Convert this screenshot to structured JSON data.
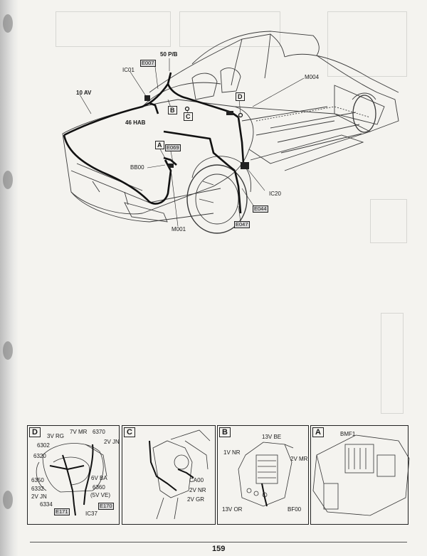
{
  "main": {
    "labels": {
      "ic01": "IC01",
      "e007": "E007",
      "pb50": "50 P/B",
      "av10": "10 AV",
      "hab46": "46 HAB",
      "m004": "M004",
      "b": "B",
      "c": "C",
      "d": "D",
      "a": "A",
      "e069": "E069",
      "bb00": "BB00",
      "ic20": "IC20",
      "e044": "E044",
      "e047": "E047",
      "m001": "M001"
    }
  },
  "panels": {
    "d": {
      "tag": "D",
      "labels": {
        "v7mr": "7V MR",
        "p6370": "6370",
        "v3rg": "3V RG",
        "p6302": "6302",
        "v2jn_top": "2V JN",
        "p6320": "6320",
        "p6350": "6350",
        "v6ba": "6V BA",
        "p6332": "6332",
        "p6360": "6360",
        "v5ve": "(5V VE)",
        "v2jn_bot": "2V JN",
        "p6334": "6334",
        "e170": "E170",
        "e171": "E171",
        "ic37": "IC37"
      }
    },
    "c": {
      "tag": "C",
      "labels": {
        "ca00": "CA00",
        "v2nr": "2V NR",
        "v2gr": "2V GR"
      }
    },
    "b": {
      "tag": "B",
      "labels": {
        "v13be": "13V BE",
        "v1nr": "1V NR",
        "v2mr": "2V MR",
        "v13or": "13V OR",
        "bf00": "BF00"
      }
    },
    "a": {
      "tag": "A",
      "labels": {
        "bmf1": "BMF1"
      }
    }
  },
  "footer": {
    "page_number": "159"
  }
}
